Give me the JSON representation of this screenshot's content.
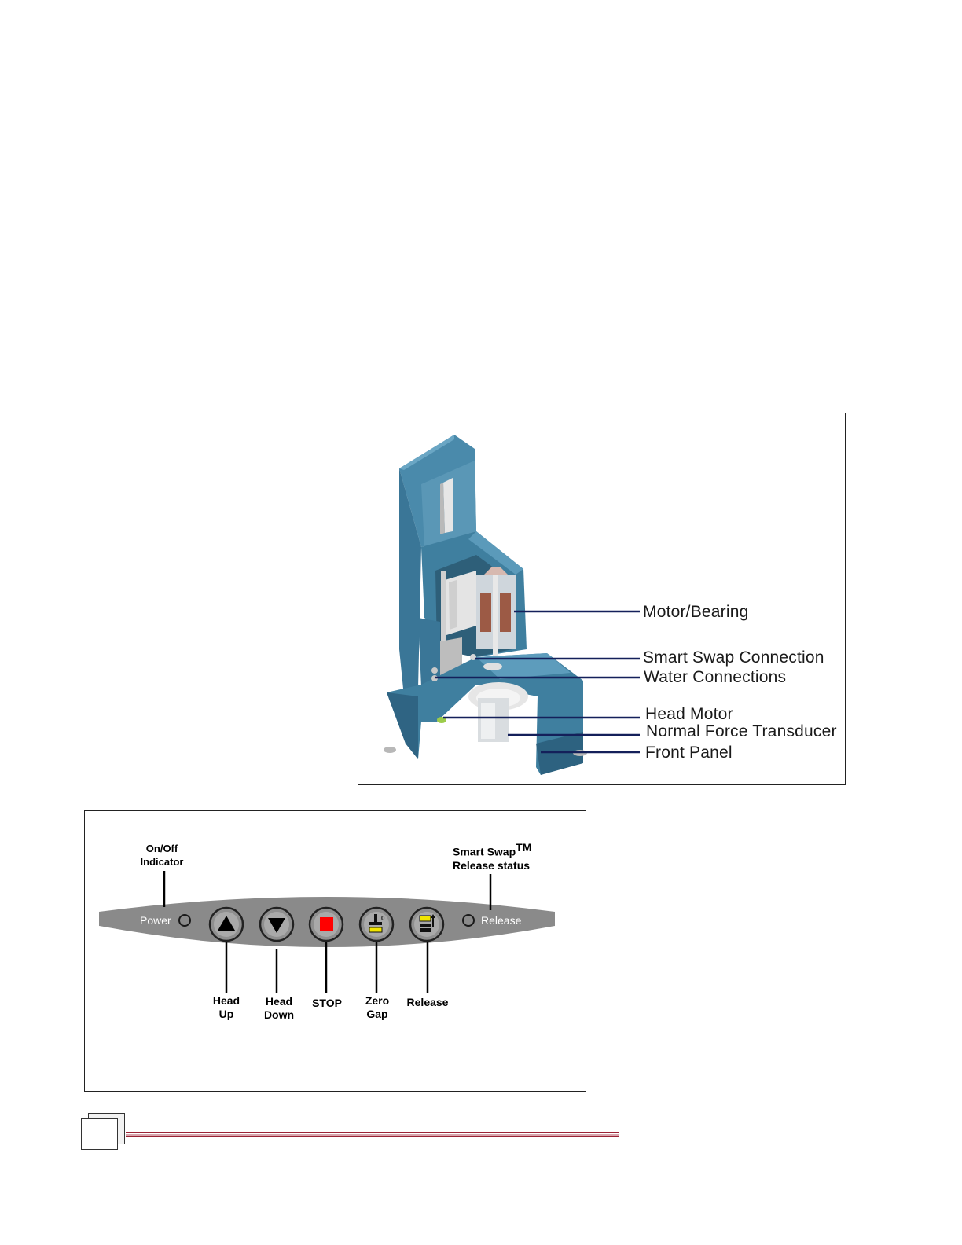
{
  "instrument_figure": {
    "callouts": [
      "Motor/Bearing",
      "Smart Swap Connection",
      "Water Connections",
      "Head Motor",
      "Normal Force Transducer",
      "Front Panel"
    ],
    "colors": {
      "body": "#3d7f9e",
      "body_dark": "#2d6280",
      "leader": "#14205a"
    }
  },
  "front_panel_figure": {
    "top_labels": {
      "on_off": [
        "On/Off",
        "Indicator"
      ],
      "smart_swap": [
        "Smart Swap",
        "TM",
        "Release status"
      ]
    },
    "panel_text": {
      "power": "Power",
      "release": "Release"
    },
    "buttons": [
      {
        "name": "head-up",
        "icon": "triangle-up-icon",
        "label": [
          "Head",
          "Up"
        ]
      },
      {
        "name": "head-down",
        "icon": "triangle-down-icon",
        "label": [
          "Head",
          "Down"
        ]
      },
      {
        "name": "stop",
        "icon": "stop-square-icon",
        "label": [
          "STOP"
        ]
      },
      {
        "name": "zero-gap",
        "icon": "zero-gap-icon",
        "label": [
          "Zero",
          "Gap"
        ]
      },
      {
        "name": "release",
        "icon": "release-icon",
        "label": [
          "Release"
        ]
      }
    ],
    "colors": {
      "panel": "#8a8a8a",
      "stop": "#ff0000",
      "accent": "#f2e600"
    }
  },
  "footer": {
    "rule_color": "#9b2335"
  }
}
